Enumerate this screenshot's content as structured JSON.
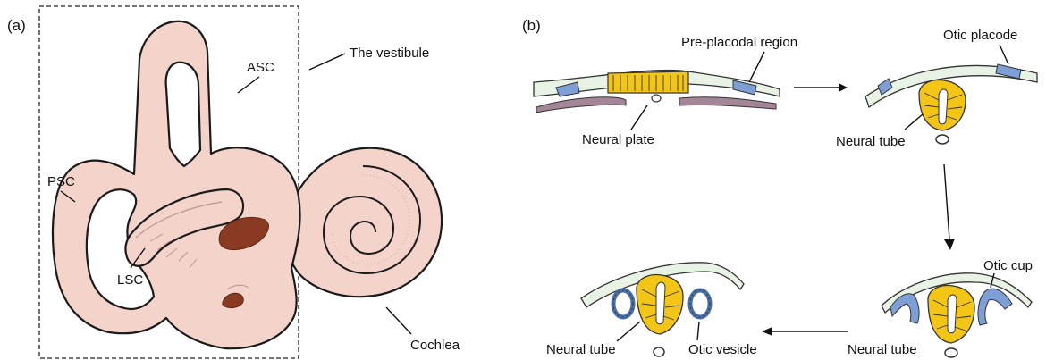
{
  "panel_a": {
    "tag": "(a)",
    "labels": {
      "asc": "ASC",
      "vestibule": "The vestibule",
      "psc": "PSC",
      "lsc": "LSC",
      "cochlea": "Cochlea"
    }
  },
  "panel_b": {
    "tag": "(b)",
    "labels": {
      "pre_placodal": "Pre-placodal region",
      "otic_placode": "Otic placode",
      "neural_plate": "Neural plate",
      "neural_tube_1": "Neural tube",
      "otic_cup": "Otic cup",
      "neural_tube_2": "Neural tube",
      "neural_tube_3": "Neural tube",
      "otic_vesicle": "Otic vesicle"
    }
  },
  "colors": {
    "ear_fill": "#f3d3ca",
    "macula_fill": "#8a3a22",
    "neural_yellow": "#f3c516",
    "placode_blue": "#7e9fd6",
    "ectoderm_fill": "#e8f2e5",
    "mesoderm_purple": "#a58698"
  }
}
